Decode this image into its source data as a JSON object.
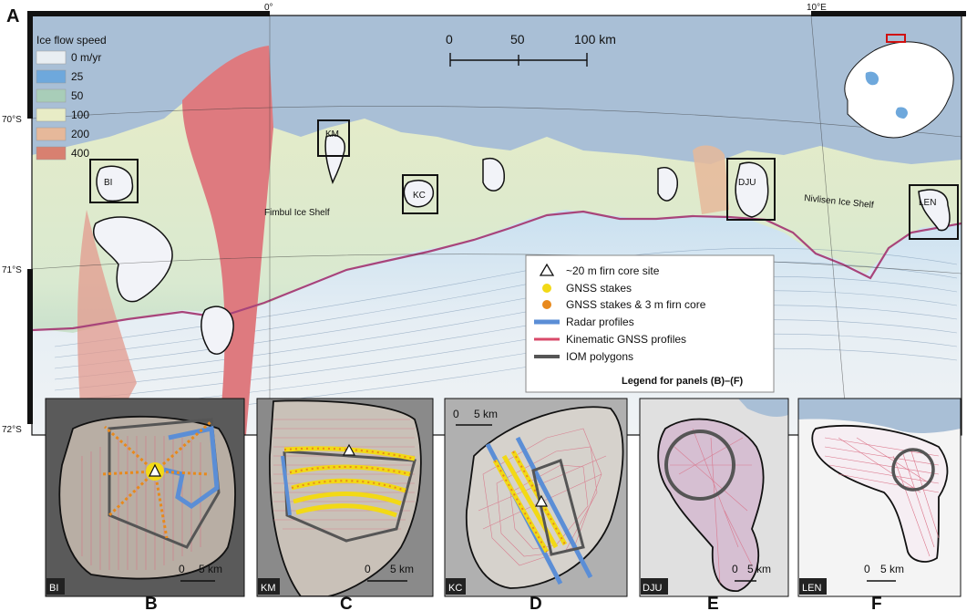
{
  "figure": {
    "panel_a_label": "A",
    "graticule": {
      "lon_top": [
        "0°",
        "10°E"
      ],
      "lat_left": [
        "70°S",
        "71°S",
        "72°S"
      ]
    },
    "scale_bar": {
      "ticks": [
        "0",
        "50",
        "100 km"
      ]
    },
    "ice_flow_legend": {
      "title": "Ice flow speed",
      "items": [
        {
          "label": "0 m/yr",
          "color": "#e9eef2"
        },
        {
          "label": "25",
          "color": "#6ea8dc"
        },
        {
          "label": "50",
          "color": "#a8cdb8"
        },
        {
          "label": "100",
          "color": "#e8ecc6"
        },
        {
          "label": "200",
          "color": "#e6b89a"
        },
        {
          "label": "400",
          "color": "#d88070"
        }
      ]
    },
    "regions": {
      "bi": "BI",
      "km": "KM",
      "kc": "KC",
      "dju": "DJU",
      "len": "LEN",
      "fimbul": "Fimbul Ice Shelf",
      "nivlisen": "Nivlisen Ice Shelf"
    },
    "legend_bf": {
      "items": [
        {
          "symbol": "triangle",
          "label": "~20 m firn core site"
        },
        {
          "symbol": "dot-yellow",
          "label": "GNSS stakes",
          "color": "#f2d916"
        },
        {
          "symbol": "dot-orange",
          "label": "GNSS stakes & 3 m firn core",
          "color": "#e8891c"
        },
        {
          "symbol": "line-blue",
          "label": "Radar profiles",
          "color": "#5b8ed6"
        },
        {
          "symbol": "line-red",
          "label": "Kinematic GNSS profiles",
          "color": "#d94a6a"
        },
        {
          "symbol": "line-gray",
          "label": "IOM polygons",
          "color": "#555555"
        }
      ],
      "footer": "Legend for panels (B)–(F)"
    },
    "subpanels": [
      {
        "corner": "BI",
        "scale_labels": [
          "0",
          "5 km"
        ],
        "letter": "B"
      },
      {
        "corner": "KM",
        "scale_labels": [
          "0",
          "5 km"
        ],
        "letter": "C"
      },
      {
        "corner": "KC",
        "scale_labels": [
          "0",
          "5 km"
        ],
        "letter": "D"
      },
      {
        "corner": "DJU",
        "scale_labels": [
          "0",
          "5 km"
        ],
        "letter": "E"
      },
      {
        "corner": "LEN",
        "scale_labels": [
          "0",
          "5 km"
        ],
        "letter": "F"
      }
    ],
    "colors": {
      "ocean": "#a9bfd6",
      "fast_ice": "#de7a7f",
      "grounding_line": "#a8447a"
    }
  }
}
